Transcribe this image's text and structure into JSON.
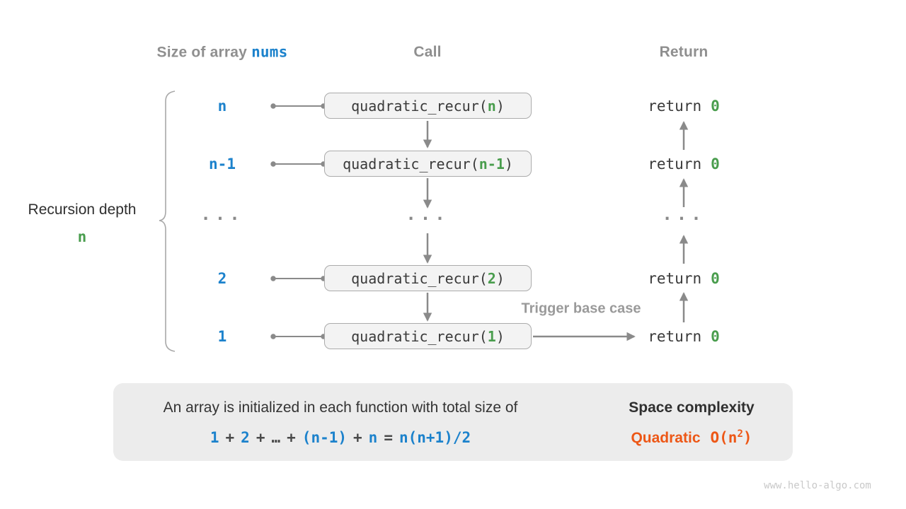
{
  "headers": {
    "size_prefix": "Size of array",
    "size_code": "nums",
    "call": "Call",
    "return": "Return"
  },
  "recursion_depth": {
    "label": "Recursion depth",
    "value": "n"
  },
  "code": {
    "call_prefix": "quadratic_recur(",
    "call_suffix": ")",
    "return_keyword": "return",
    "return_value": "0"
  },
  "rows": [
    {
      "size": "n",
      "arg": "n"
    },
    {
      "size": "n-1",
      "arg": "n-1"
    },
    {
      "ellipsis": "..."
    },
    {
      "size": "2",
      "arg": "2"
    },
    {
      "size": "1",
      "arg": "1"
    }
  ],
  "trigger_label": "Trigger base case",
  "summary": {
    "description": "An array is initialized in each function with total size of",
    "formula": {
      "t1": "1",
      "op1": "+",
      "t2": "2",
      "op2": "+",
      "ellipsis": "…",
      "op3": "+",
      "t3": "(n-1)",
      "op4": "+",
      "t4": "n",
      "eq": "=",
      "t5": "n(n+1)/2"
    },
    "result_title": "Space complexity",
    "result_name": "Quadratic",
    "big_o_open": "O(n",
    "big_o_exp": "2",
    "big_o_close": ")"
  },
  "watermark": "www.hello-algo.com",
  "colors": {
    "blue": "#1c82cc",
    "green": "#499d4d",
    "orange": "#ed5716",
    "header_gray": "#8f8f8f",
    "arrow_gray": "#8a8a8a",
    "box_fill": "#f3f3f3",
    "summary_fill": "#ececec"
  }
}
